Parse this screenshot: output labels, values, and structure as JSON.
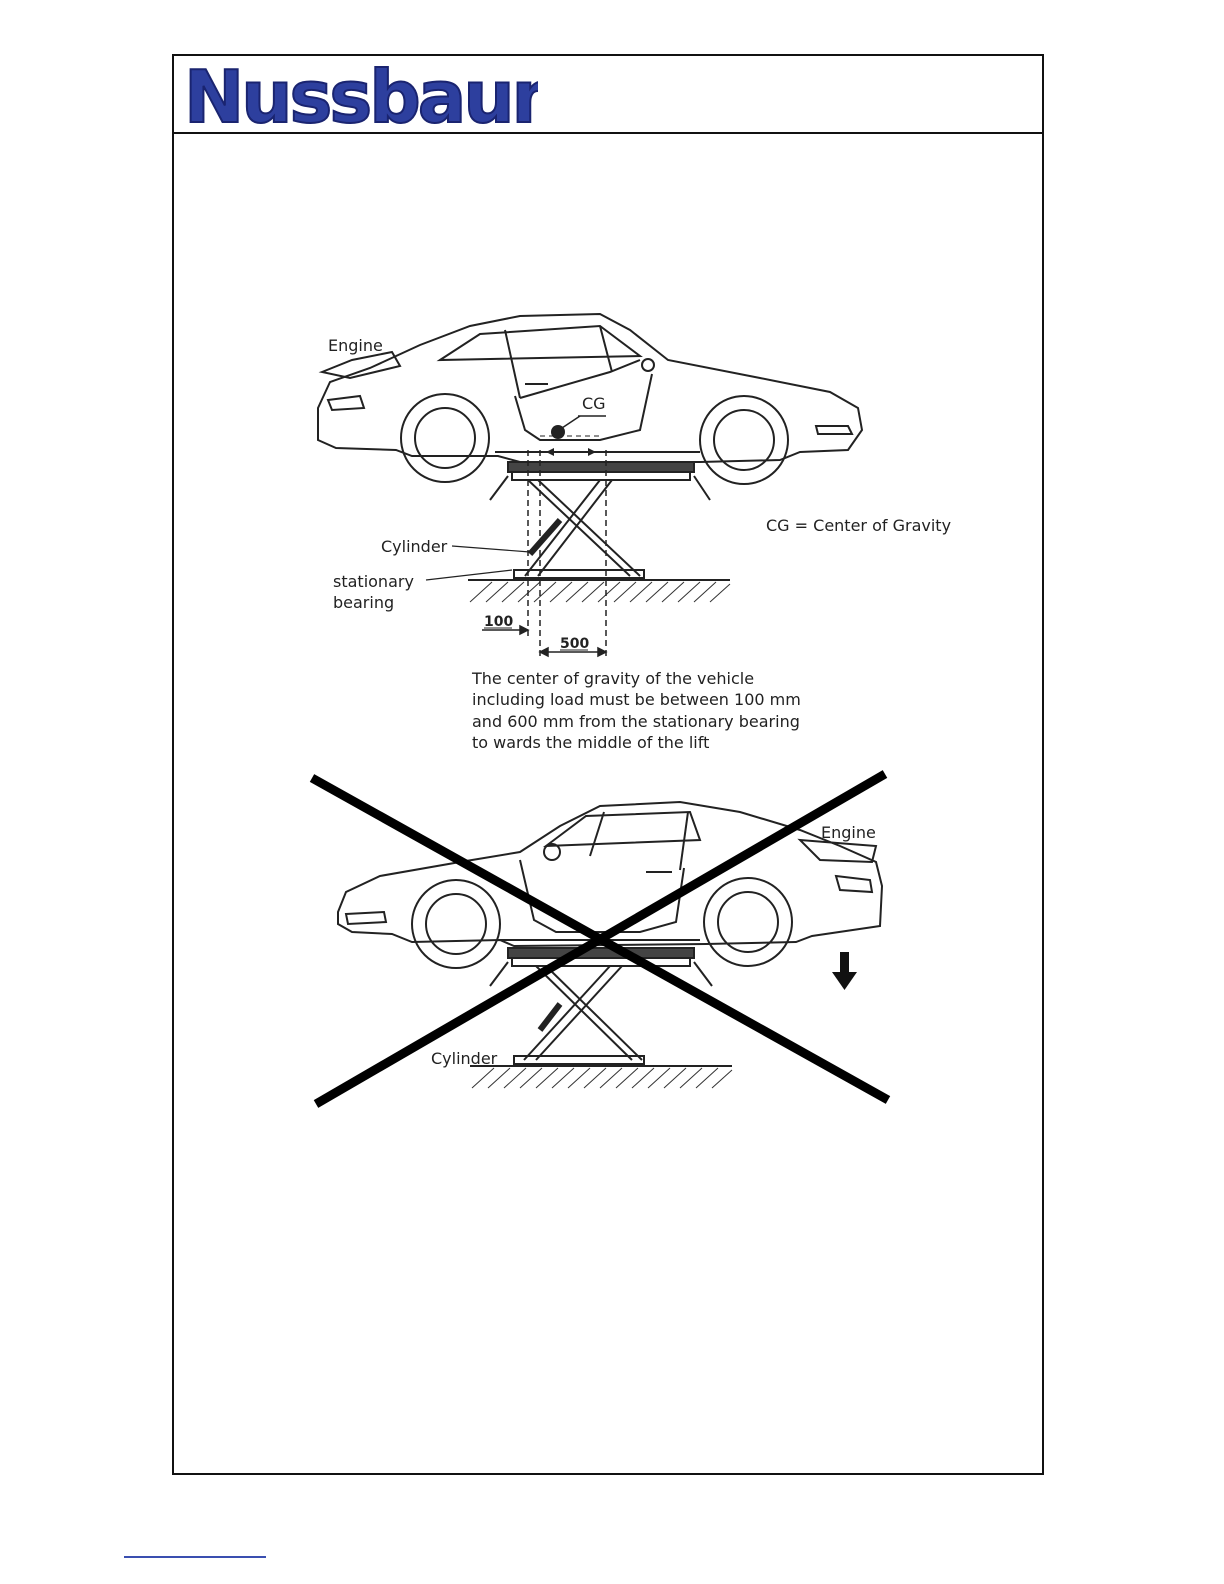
{
  "brand": {
    "name": "Nussbaum",
    "color": "#2d3f9e"
  },
  "figure_top": {
    "label_engine": "Engine",
    "label_cg": "CG",
    "label_cylinder": "Cylinder",
    "label_bearing_line1": "stationary",
    "label_bearing_line2": "bearing",
    "dim_100": "100",
    "dim_500": "500",
    "legend": "CG = Center of Gravity",
    "caption_lines": [
      "The center of gravity of the vehicle",
      "including load must be between 100 mm",
      "and 600 mm from the stationary bearing",
      "to wards the middle of the lift"
    ]
  },
  "figure_bottom": {
    "label_engine": "Engine",
    "label_cylinder": "Cylinder",
    "status": "incorrect",
    "cross_color": "#000000"
  },
  "footer": {
    "link_color": "#3a4fb0"
  }
}
